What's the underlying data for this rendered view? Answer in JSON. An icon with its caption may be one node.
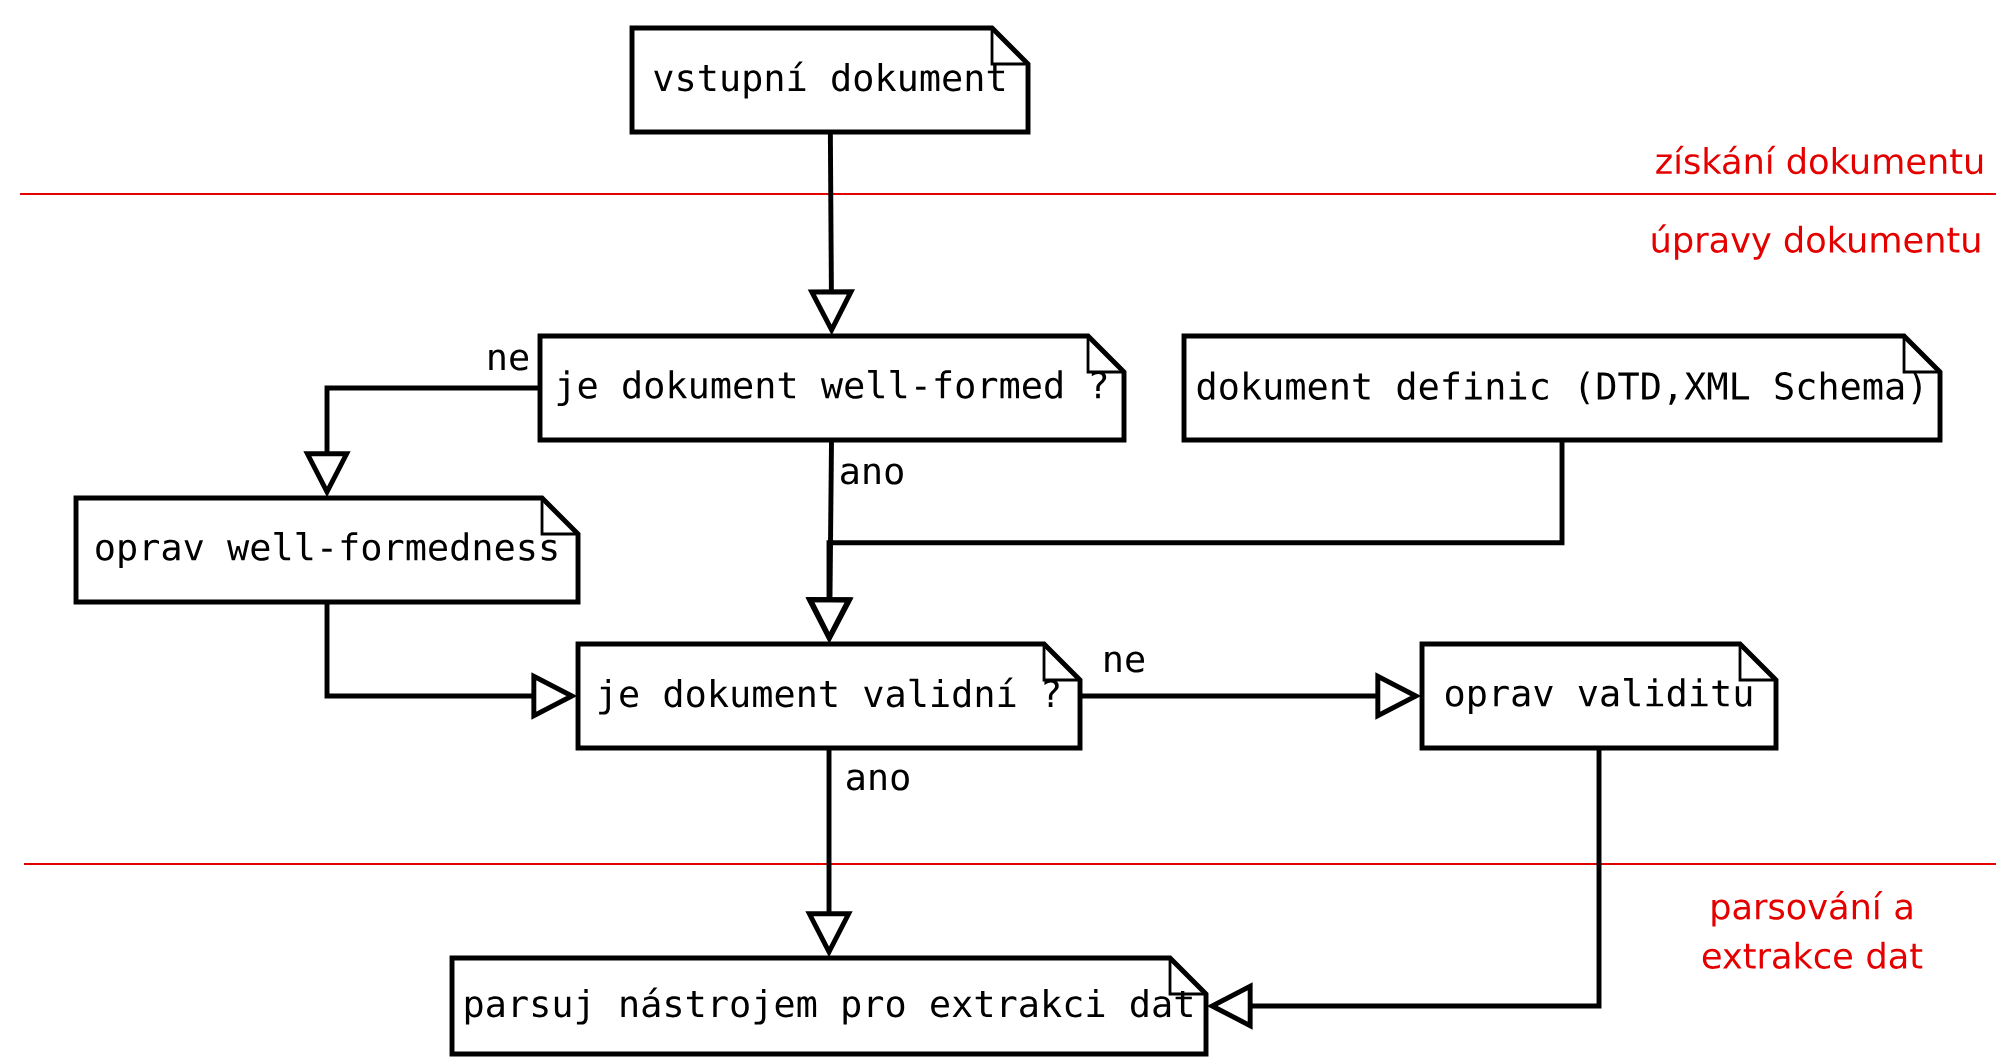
{
  "diagram": {
    "nodes": [
      {
        "text": [
          "vstupní dokument"
        ]
      },
      {
        "text": [
          "je dokument well-formed ?"
        ]
      },
      {
        "text": [
          "dokument definic (DTD,XML Schema)"
        ]
      },
      {
        "text": [
          "oprav well-formedness"
        ]
      },
      {
        "text": [
          "je dokument validní ?"
        ]
      },
      {
        "text": [
          "oprav validitu"
        ]
      },
      {
        "text": [
          "parsuj nástrojem pro extrakci dat"
        ]
      }
    ],
    "edges": [
      {
        "from": 0,
        "to": 1,
        "arrow": "to"
      },
      {
        "from": 1,
        "to": 3,
        "arrow": "to",
        "label": "ne"
      },
      {
        "from": 1,
        "to": 4,
        "arrow": "to",
        "label": "ano"
      },
      {
        "from": 2,
        "to": 4,
        "arrow": "to"
      },
      {
        "from": 3,
        "to": 4,
        "arrow": "to"
      },
      {
        "from": 4,
        "to": 5,
        "arrow": "to",
        "label": "ne"
      },
      {
        "from": 4,
        "to": 6,
        "arrow": "to",
        "label": "ano"
      },
      {
        "from": 5,
        "to": 6,
        "arrow": "to"
      }
    ],
    "labels": [
      "získání dokumentu",
      "úpravy dokumentu",
      "parsování a extrakce dat"
    ]
  }
}
